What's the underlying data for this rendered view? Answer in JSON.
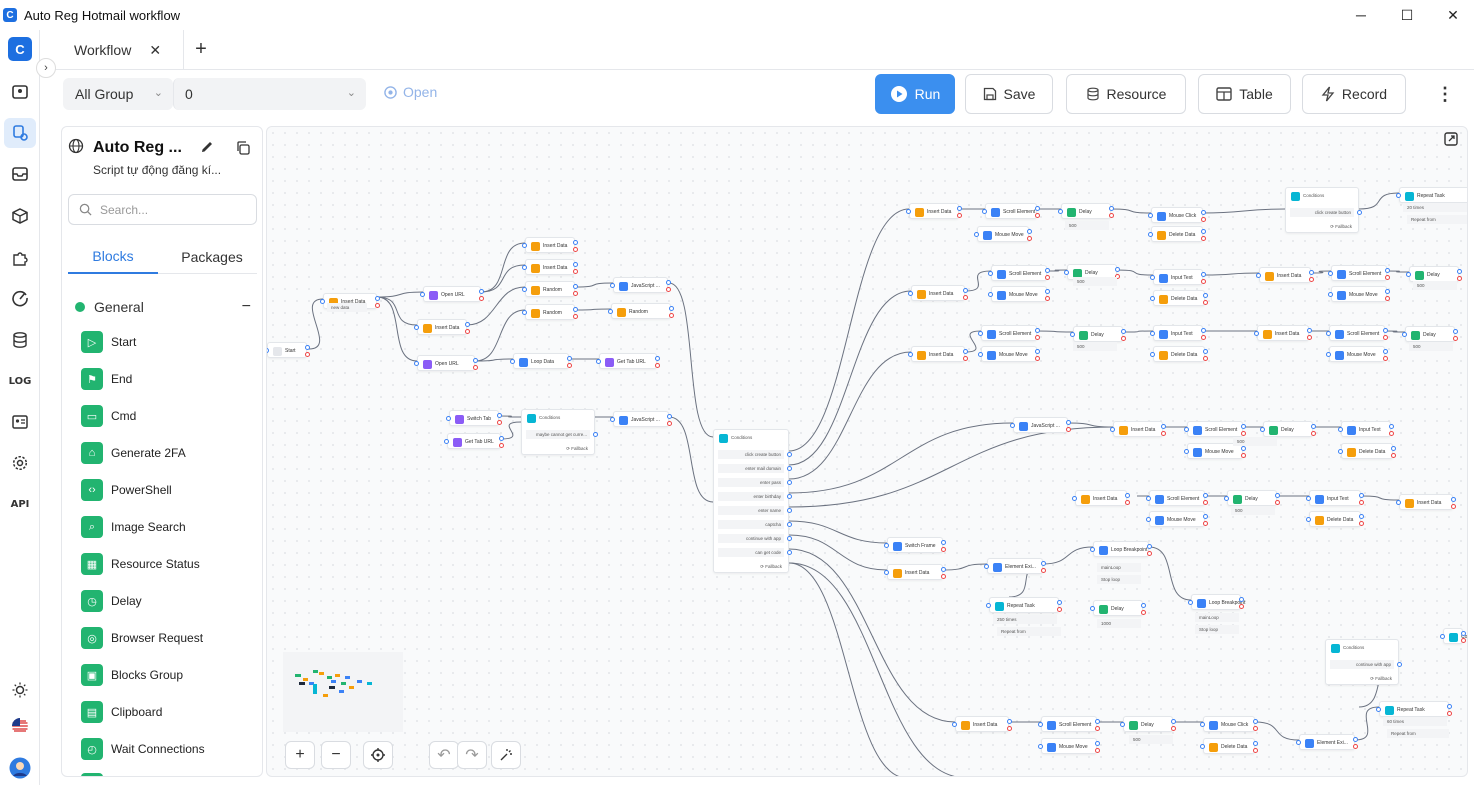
{
  "window": {
    "title": "Auto Reg Hotmail workflow",
    "minimize": "─",
    "maximize": "☐",
    "close": "✕"
  },
  "tabs": [
    {
      "label": "Workflow",
      "close": "✕"
    }
  ],
  "add_tab": "+",
  "toolbar": {
    "group_select": "All Group",
    "profile_select": "0",
    "open_label": "Open",
    "run_label": "Run",
    "save_label": "Save",
    "resource_label": "Resource",
    "table_label": "Table",
    "record_label": "Record"
  },
  "rail": {
    "log_label": "LOG",
    "api_label": "API"
  },
  "sidebar": {
    "workflow_title": "Auto Reg ...",
    "workflow_desc": "Script tự động đăng kí...",
    "search_placeholder": "Search...",
    "tab_blocks": "Blocks",
    "tab_packages": "Packages",
    "group_name": "General",
    "group_toggle": "−",
    "items": [
      {
        "label": "Start",
        "icon": "▷"
      },
      {
        "label": "End",
        "icon": "⚑"
      },
      {
        "label": "Cmd",
        "icon": "▭"
      },
      {
        "label": "Generate 2FA",
        "icon": "⌂"
      },
      {
        "label": "PowerShell",
        "icon": "‹›"
      },
      {
        "label": "Image Search",
        "icon": "⌕"
      },
      {
        "label": "Resource Status",
        "icon": "▦"
      },
      {
        "label": "Delay",
        "icon": "◷"
      },
      {
        "label": "Browser Request",
        "icon": "◎"
      },
      {
        "label": "Blocks Group",
        "icon": "▣"
      },
      {
        "label": "Clipboard",
        "icon": "▤"
      },
      {
        "label": "Wait Connections",
        "icon": "◴"
      }
    ]
  },
  "canvas": {
    "nodes": [
      {
        "label": "Start",
        "color": "#e5e7eb"
      },
      {
        "label": "Insert Data",
        "color": "#f59e0b"
      },
      {
        "label": "Open URL",
        "color": "#8b5cf6"
      },
      {
        "label": "Insert Data",
        "color": "#f59e0b"
      },
      {
        "label": "Open URL",
        "color": "#8b5cf6"
      },
      {
        "label": "Insert Data",
        "color": "#f59e0b"
      },
      {
        "label": "Insert Data",
        "color": "#f59e0b"
      },
      {
        "label": "Random",
        "color": "#f59e0b"
      },
      {
        "label": "Random",
        "color": "#f59e0b"
      },
      {
        "label": "JavaScript ...",
        "color": "#3b82f6"
      },
      {
        "label": "Random",
        "color": "#f59e0b"
      },
      {
        "label": "Loop Data",
        "color": "#3b82f6"
      },
      {
        "label": "Get Tab URL",
        "color": "#8b5cf6"
      },
      {
        "label": "Switch Tab",
        "color": "#8b5cf6"
      },
      {
        "label": "Get Tab URL",
        "color": "#8b5cf6"
      },
      {
        "label": "JavaScript ...",
        "color": "#3b82f6"
      },
      {
        "label": "Insert Data",
        "color": "#f59e0b"
      },
      {
        "label": "Scroll Element",
        "color": "#3b82f6"
      },
      {
        "label": "Mouse Move",
        "color": "#3b82f6"
      },
      {
        "label": "Delay",
        "color": "#22b470"
      },
      {
        "label": "Mouse Click",
        "color": "#3b82f6"
      },
      {
        "label": "Delete Data",
        "color": "#f59e0b"
      },
      {
        "label": "Repeat Task",
        "color": "#06b6d4"
      },
      {
        "label": "Insert Data",
        "color": "#f59e0b"
      },
      {
        "label": "Scroll Element",
        "color": "#3b82f6"
      },
      {
        "label": "Mouse Move",
        "color": "#3b82f6"
      },
      {
        "label": "Delay",
        "color": "#22b470"
      },
      {
        "label": "Input Text",
        "color": "#3b82f6"
      },
      {
        "label": "Delete Data",
        "color": "#f59e0b"
      },
      {
        "label": "Insert Data",
        "color": "#f59e0b"
      },
      {
        "label": "Scroll Element",
        "color": "#3b82f6"
      },
      {
        "label": "Mouse Move",
        "color": "#3b82f6"
      },
      {
        "label": "Delay",
        "color": "#22b470"
      },
      {
        "label": "Insert Data",
        "color": "#f59e0b"
      },
      {
        "label": "Scroll Element",
        "color": "#3b82f6"
      },
      {
        "label": "Mouse Move",
        "color": "#3b82f6"
      },
      {
        "label": "Delay",
        "color": "#22b470"
      },
      {
        "label": "Input Text",
        "color": "#3b82f6"
      },
      {
        "label": "Delete Data",
        "color": "#f59e0b"
      },
      {
        "label": "Insert Data",
        "color": "#f59e0b"
      },
      {
        "label": "Scroll Element",
        "color": "#3b82f6"
      },
      {
        "label": "Mouse Move",
        "color": "#3b82f6"
      },
      {
        "label": "Delay",
        "color": "#22b470"
      },
      {
        "label": "JavaScript ...",
        "color": "#3b82f6"
      },
      {
        "label": "Insert Data",
        "color": "#f59e0b"
      },
      {
        "label": "Scroll Element",
        "color": "#3b82f6"
      },
      {
        "label": "Mouse Move",
        "color": "#3b82f6"
      },
      {
        "label": "Delay",
        "color": "#22b470"
      },
      {
        "label": "Input Text",
        "color": "#3b82f6"
      },
      {
        "label": "Delete Data",
        "color": "#f59e0b"
      },
      {
        "label": "Insert Data",
        "color": "#f59e0b"
      },
      {
        "label": "Scroll Element",
        "color": "#3b82f6"
      },
      {
        "label": "Mouse Move",
        "color": "#3b82f6"
      },
      {
        "label": "Delay",
        "color": "#22b470"
      },
      {
        "label": "Input Text",
        "color": "#3b82f6"
      },
      {
        "label": "Delete Data",
        "color": "#f59e0b"
      },
      {
        "label": "Insert Data",
        "color": "#f59e0b"
      },
      {
        "label": "Switch Frame",
        "color": "#3b82f6"
      },
      {
        "label": "Insert Data",
        "color": "#f59e0b"
      },
      {
        "label": "Element Exi...",
        "color": "#3b82f6"
      },
      {
        "label": "Loop Breakpoint",
        "color": "#3b82f6"
      },
      {
        "label": "Repeat Task",
        "color": "#06b6d4"
      },
      {
        "label": "Delay",
        "color": "#22b470"
      },
      {
        "label": "Loop Breakpoint",
        "color": "#3b82f6"
      },
      {
        "label": "Insert Data",
        "color": "#f59e0b"
      },
      {
        "label": "Scroll Element",
        "color": "#3b82f6"
      },
      {
        "label": "Mouse Move",
        "color": "#3b82f6"
      },
      {
        "label": "Delay",
        "color": "#22b470"
      },
      {
        "label": "Mouse Click",
        "color": "#3b82f6"
      },
      {
        "label": "Delete Data",
        "color": "#f59e0b"
      },
      {
        "label": "Repeat Task",
        "color": "#06b6d4"
      },
      {
        "label": "Element Exi...",
        "color": "#3b82f6"
      },
      {
        "label": "Conditions",
        "color": "#06b6d4"
      }
    ],
    "conditions_main": {
      "title": "Conditions",
      "rows": [
        "click create button",
        "enter mail domain",
        "enter pass",
        "enter birthday",
        "enter name",
        "captcha",
        "continue with app",
        "can get code"
      ],
      "fallback": "Fallback"
    },
    "conditions_small": {
      "title": "Conditions",
      "row": "maybe cannot get curre...",
      "fallback": "Fallback"
    },
    "conditions_top": {
      "title": "Conditions",
      "row": "click create button",
      "fallback": "Fallback"
    },
    "conditions_bottom": {
      "title": "Conditions",
      "row": "continue with app",
      "fallback": "Fallback"
    },
    "delay_value": "500",
    "delay_value_2": "1000",
    "repeat_top": {
      "count": "20",
      "unit": "times",
      "from": "Repeat from"
    },
    "repeat_mid": {
      "count": "250",
      "unit": "times",
      "from": "Repeat from"
    },
    "repeat_bottom": {
      "count": "60",
      "unit": "times",
      "from": "Repeat from"
    },
    "loop_id": "mainLoop",
    "stop_loop": "Stop loop",
    "start_sub": "new data"
  }
}
